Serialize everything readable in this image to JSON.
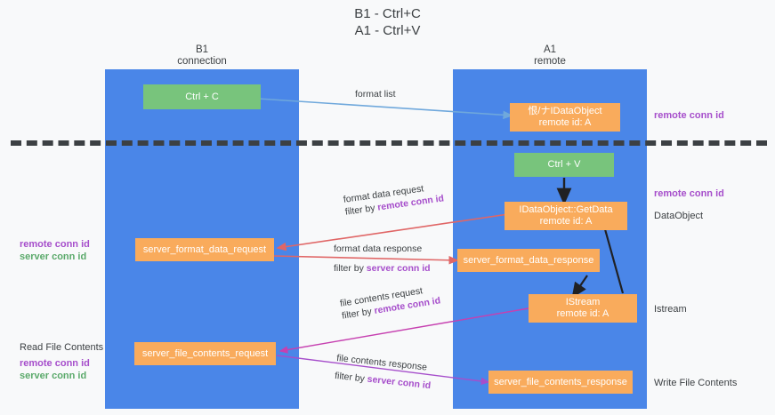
{
  "title": "B1 - Ctrl+C\nA1 - Ctrl+V",
  "columns": [
    {
      "id": "left",
      "line1": "B1",
      "line2": "connection"
    },
    {
      "id": "right",
      "line1": "A1",
      "line2": "remote"
    }
  ],
  "nodes": {
    "ctrl_c": {
      "label": "Ctrl + C",
      "color": "#78c47c"
    },
    "idataobject": {
      "label": "恨/ナIDataObject",
      "sub": "remote id: A",
      "color": "#f9ab5c"
    },
    "ctrl_v": {
      "label": "Ctrl + V",
      "color": "#78c47c"
    },
    "getdata": {
      "label": "IDataObject::GetData",
      "sub": "remote id: A",
      "color": "#f9ab5c"
    },
    "server_format_data_request": {
      "label": "server_format_data_request",
      "color": "#f9ab5c"
    },
    "server_format_data_response": {
      "label": "server_format_data_response",
      "color": "#f9ab5c"
    },
    "istream": {
      "label": "IStream",
      "sub": "remote id: A",
      "color": "#f9ab5c"
    },
    "server_file_contents_request": {
      "label": "server_file_contents_request",
      "color": "#f9ab5c"
    },
    "server_file_contents_response": {
      "label": "server_file_contents_response",
      "color": "#f9ab5c"
    }
  },
  "edge_labels": {
    "format_list": "format list",
    "format_data_request": "format data request",
    "format_data_request_filter_prefix": "filter by ",
    "format_data_request_filter_key": "remote conn id",
    "format_data_response": "format data response",
    "format_data_response_filter_prefix": "filter by ",
    "format_data_response_filter_key": "server conn id",
    "file_contents_request": "file contents request",
    "file_contents_request_filter_prefix": "filter by ",
    "file_contents_request_filter_key": "remote conn id",
    "file_contents_response": "file contents response",
    "file_contents_response_filter_prefix": "filter by ",
    "file_contents_response_filter_key": "server conn id"
  },
  "annotations": {
    "right_remote_conn_id_top": "remote conn id",
    "right_remote_conn_id_mid": "remote conn id",
    "right_dataobject": "DataObject",
    "right_istream": "Istream",
    "right_write_file_contents": "Write File Contents",
    "left_remote_conn_id_mid": "remote conn id",
    "left_server_conn_id_mid": "server conn id",
    "left_read_file_contents": "Read File Contents",
    "left_remote_conn_id_bottom": "remote conn id",
    "left_server_conn_id_bottom": "server conn id"
  },
  "colors": {
    "lane": "#4a86e8",
    "orange": "#f9ab5c",
    "green": "#78c47c",
    "purple": "#a64ecb",
    "green_text": "#5aa96a",
    "arrow_blue": "#6fa8dc",
    "arrow_red": "#e06666",
    "arrow_magenta": "#c640b0",
    "arrow_purple": "#a64ecb",
    "arrow_black": "#202124",
    "background": "#f8f9fa"
  }
}
